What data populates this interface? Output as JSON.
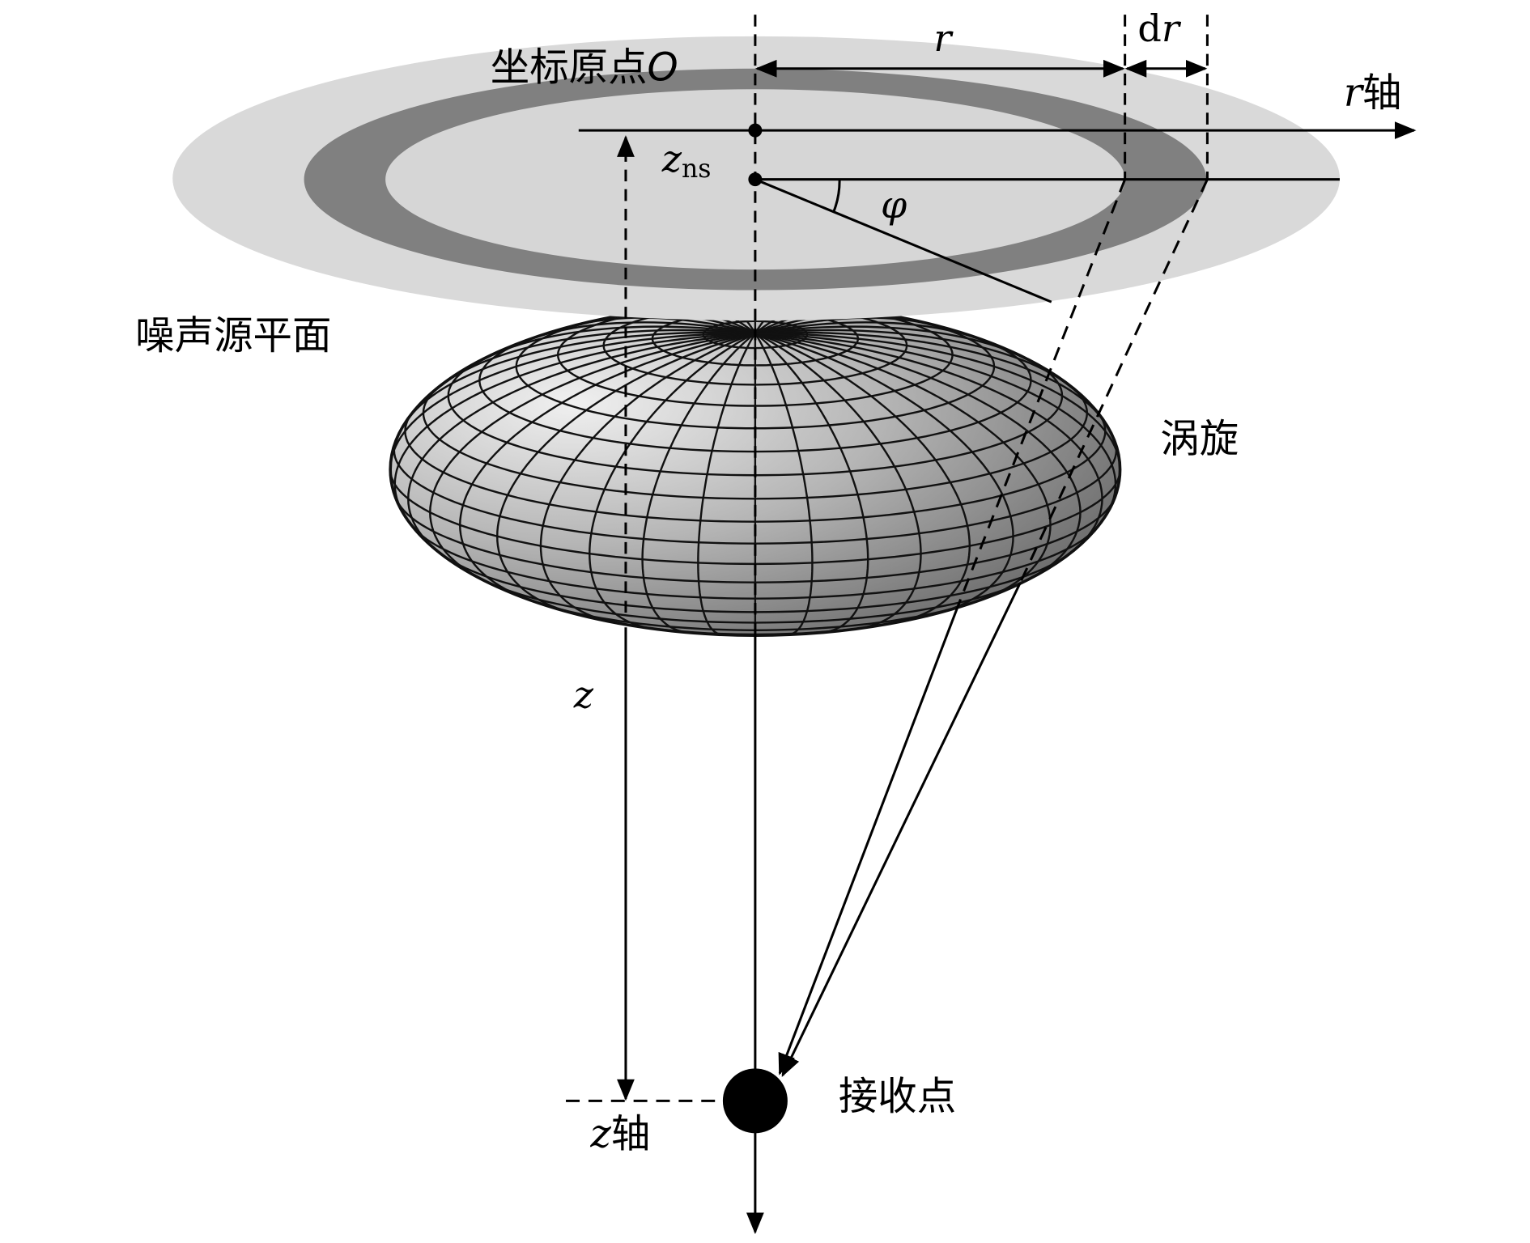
{
  "labels": {
    "origin": "坐标原点",
    "origin_symbol": "O",
    "r": "r",
    "dr_d": "d",
    "dr_r": "r",
    "r_axis_symbol": "r",
    "r_axis": "轴",
    "zns_z": "z",
    "zns_sub": "ns",
    "phi": "φ",
    "noise_plane": "噪声源平面",
    "vortex": "涡旋",
    "z": "z",
    "receiver": "接收点",
    "z_axis_symbol": "z",
    "z_axis": "轴"
  },
  "colors": {
    "plane_outer": "#d9d9d9",
    "ring": "#808080",
    "plane_inner": "#d6d6d6",
    "vortex_light": "#eeeeee",
    "vortex_dark": "#707070"
  }
}
